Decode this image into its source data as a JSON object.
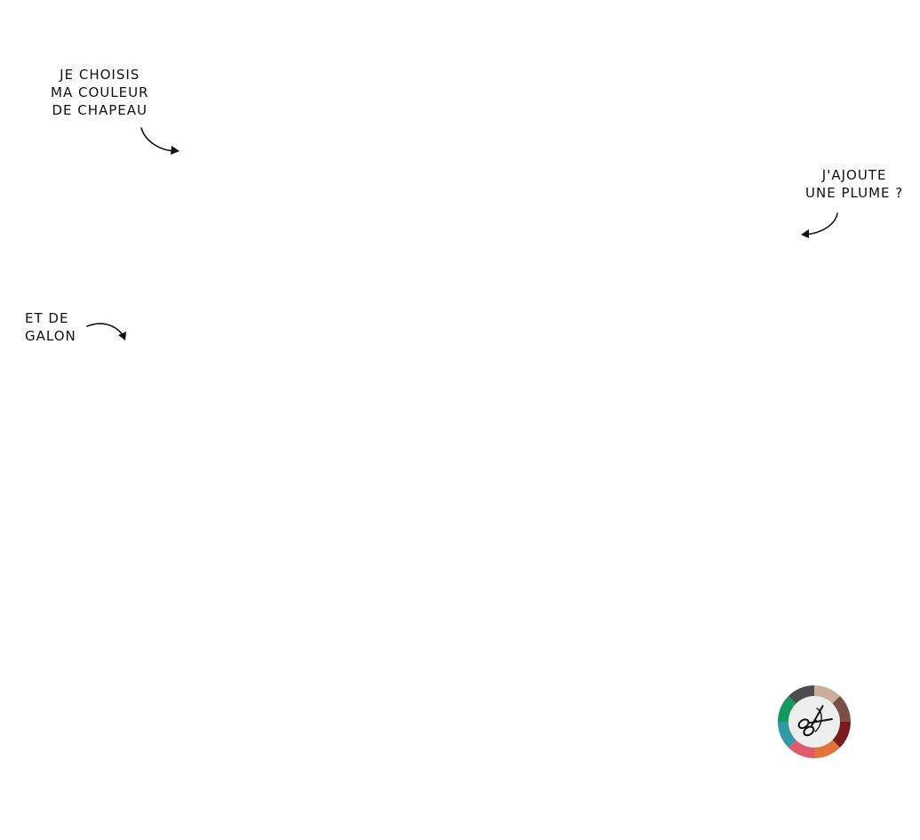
{
  "annotations": {
    "hat_color": {
      "lines": [
        "Je choisis",
        "ma couleur",
        "de chapeau"
      ]
    },
    "feather": {
      "lines": [
        "J'ajoute",
        "une plume ?"
      ]
    },
    "galon": {
      "lines": [
        "et de",
        "galon"
      ]
    }
  },
  "color_wheel_button": {
    "icon": "scissors-icon",
    "segment_colors": [
      "#c9ae9c",
      "#7a4f47",
      "#7a1c1c",
      "#e0733a",
      "#e05a6b",
      "#2f9aa5",
      "#139a60",
      "#4d4d50"
    ],
    "center_color": "#eeeeee"
  }
}
